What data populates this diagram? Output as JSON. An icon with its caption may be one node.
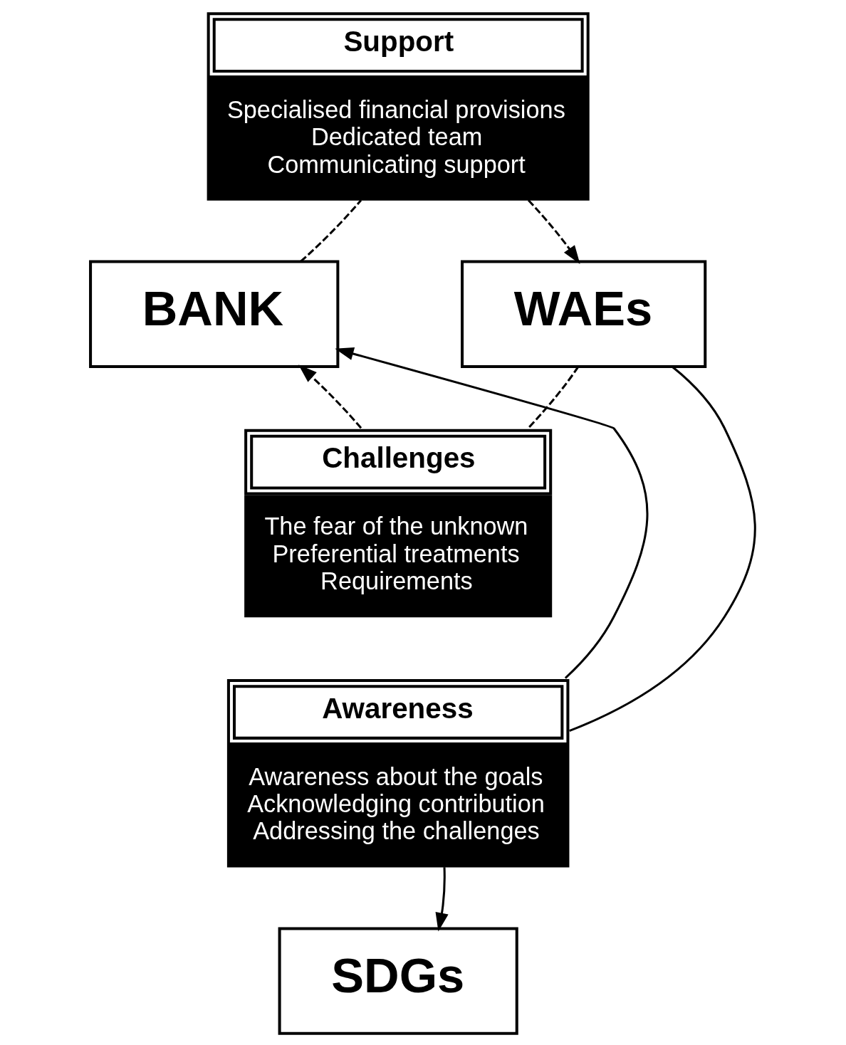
{
  "diagram": {
    "nodes": [
      {
        "text": [
          "BANK"
        ]
      },
      {
        "text": [
          "WAEs"
        ]
      },
      {
        "text": [
          "Support",
          "Specialised financial provisions",
          "Dedicated team",
          "Communicating support"
        ]
      },
      {
        "text": [
          "Challenges",
          "The fear of the unknown",
          "Preferential treatments",
          "Requirements"
        ]
      },
      {
        "text": [
          "Awareness",
          "Awareness about the goals",
          "Acknowledging contribution",
          "Addressing the challenges"
        ]
      },
      {
        "text": [
          "SDGs"
        ]
      }
    ],
    "edges": [
      {
        "from": 0,
        "to": 2,
        "arrow": "none",
        "style": "dashed"
      },
      {
        "from": 2,
        "to": 1,
        "arrow": "to",
        "style": "dashed"
      },
      {
        "from": 1,
        "to": 3,
        "arrow": "none",
        "style": "dashed"
      },
      {
        "from": 3,
        "to": 0,
        "arrow": "to",
        "style": "dashed"
      },
      {
        "from": 1,
        "to": 4,
        "arrow": "none"
      },
      {
        "from": 4,
        "to": 0,
        "arrow": "to"
      },
      {
        "from": 4,
        "to": 5,
        "arrow": "to"
      }
    ]
  }
}
